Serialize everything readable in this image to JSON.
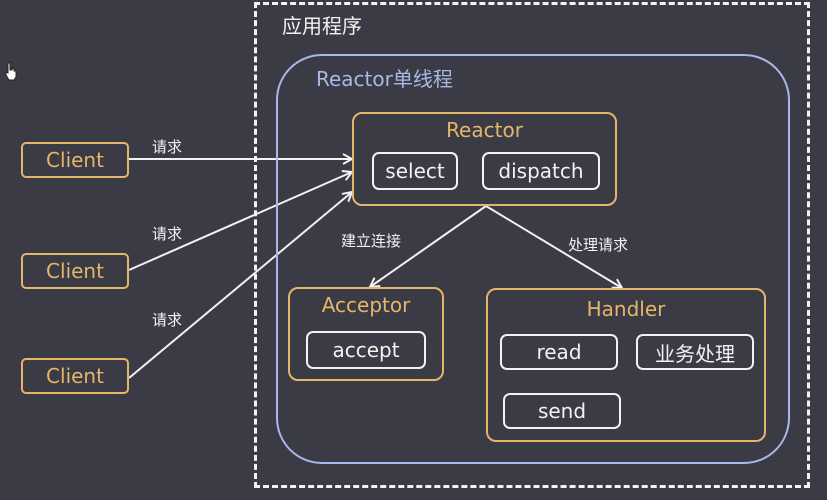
{
  "app": {
    "title": "应用程序"
  },
  "reactor_thread": {
    "title": "Reactor单线程"
  },
  "reactor": {
    "title": "Reactor",
    "select": "select",
    "dispatch": "dispatch"
  },
  "acceptor": {
    "title": "Acceptor",
    "accept": "accept"
  },
  "handler": {
    "title": "Handler",
    "read": "read",
    "business": "业务处理",
    "send": "send"
  },
  "clients": [
    {
      "label": "Client",
      "edge": "请求"
    },
    {
      "label": "Client",
      "edge": "请求"
    },
    {
      "label": "Client",
      "edge": "请求"
    }
  ],
  "edges": {
    "establish": "建立连接",
    "handle": "处理请求"
  },
  "colors": {
    "background": "#3a3b44",
    "orange": "#e6b56b",
    "blue": "#a9b8e6",
    "white": "#f2f2f2"
  }
}
